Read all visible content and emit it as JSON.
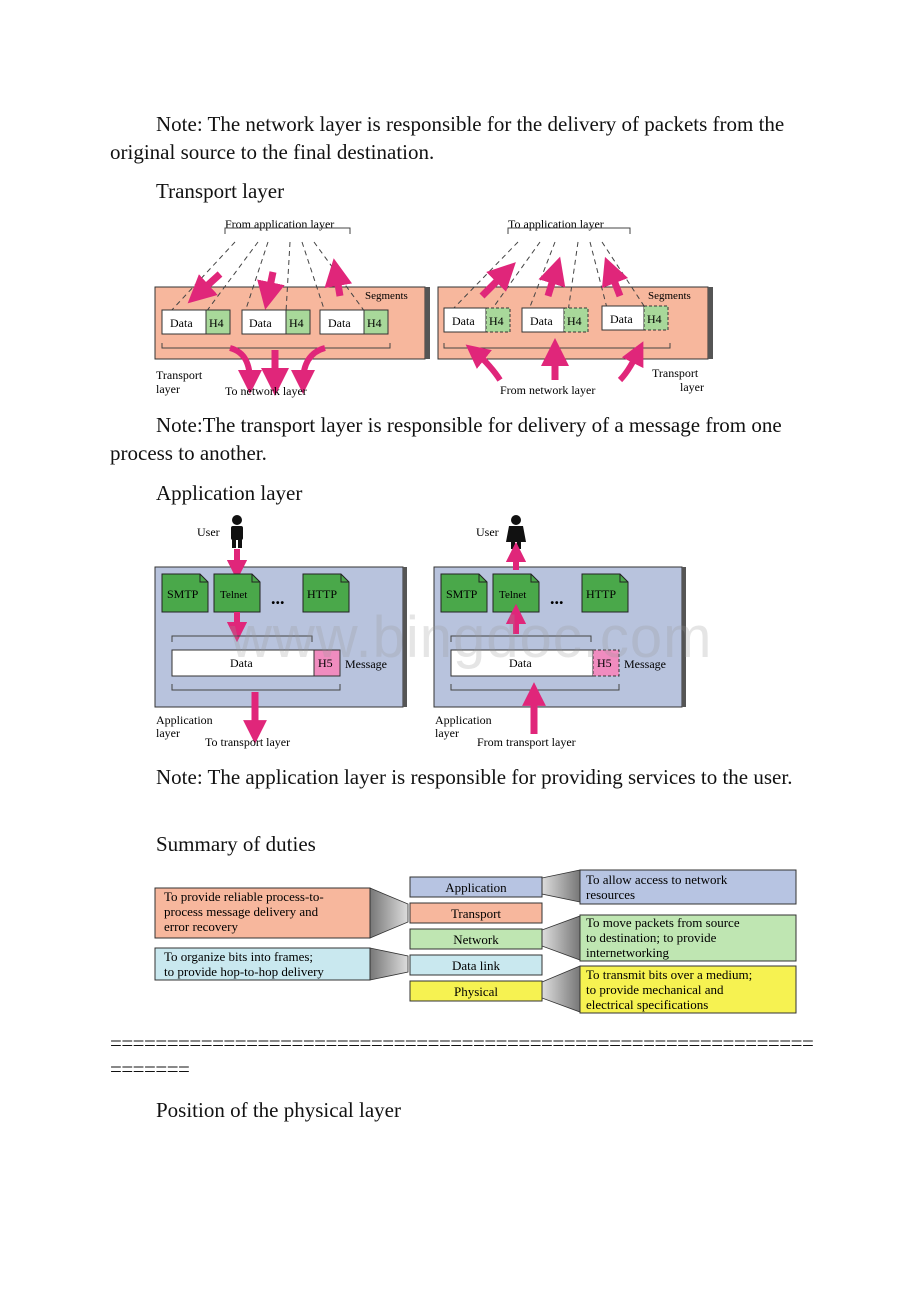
{
  "notes": {
    "network": "Note: The network layer is responsible for the delivery of packets from the original source to the final destination.",
    "transport": "Note:The transport layer is responsible for delivery of a message from one process to another.",
    "application": "Note: The application layer is responsible for providing services to the user."
  },
  "headings": {
    "transport": "Transport layer",
    "application": "Application layer",
    "summary": "Summary of duties",
    "physical": "Position of the physical layer"
  },
  "transport_fig": {
    "from_app": "From application layer",
    "to_app": "To application layer",
    "segments": "Segments",
    "data": "Data",
    "h4": "H4",
    "transport_layer_1": "Transport",
    "transport_layer_2": "layer",
    "to_network": "To network layer",
    "from_network": "From network layer",
    "colors": {
      "panel": "#f7b79d",
      "arrow": "#e0267a",
      "header": "#a8d89a"
    }
  },
  "application_fig": {
    "user": "User",
    "smtp": "SMTP",
    "telnet": "Telnet",
    "dots": "...",
    "http": "HTTP",
    "data": "Data",
    "h5": "H5",
    "message": "Message",
    "app_layer_1": "Application",
    "app_layer_2": "layer",
    "to_transport": "To transport layer",
    "from_transport": "From transport layer",
    "colors": {
      "panel": "#b8c3dd",
      "doc": "#4aa84a",
      "header": "#f08cbf",
      "arrow": "#e0267a"
    }
  },
  "summary_fig": {
    "layers": [
      "Application",
      "Transport",
      "Network",
      "Data link",
      "Physical"
    ],
    "left_transport": [
      "To provide reliable process-to-",
      "process message delivery and",
      "error recovery"
    ],
    "left_datalink": [
      "To organize bits into frames;",
      "to provide hop-to-hop delivery"
    ],
    "right_application": [
      "To allow access to network",
      "resources"
    ],
    "right_network": [
      "To move packets from source",
      "to destination; to provide",
      "internetworking"
    ],
    "right_physical": [
      "To transmit bits over a medium;",
      "to provide mechanical and",
      "electrical specifications"
    ],
    "colors": {
      "application": "#b7c4e2",
      "transport": "#f7b79d",
      "network": "#bfe6b2",
      "datalink": "#c9e8ef",
      "physical": "#f6f251"
    }
  },
  "separator": "=====================================================================",
  "watermark": "www.bingdoc.com"
}
